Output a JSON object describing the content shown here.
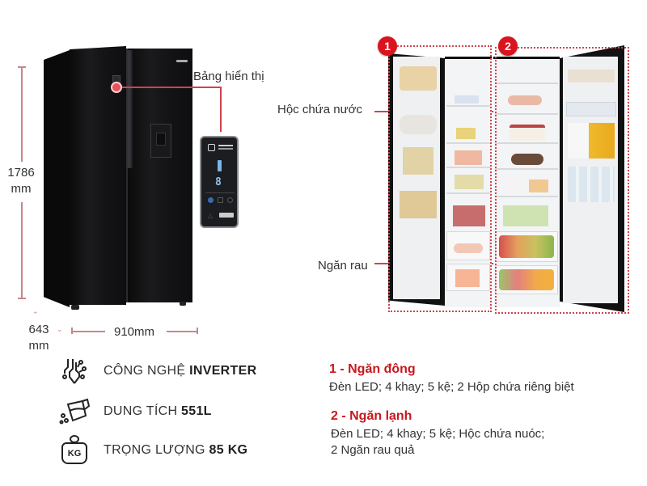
{
  "dimensions": {
    "height_value": "1786",
    "height_unit": "mm",
    "depth_value": "643",
    "depth_unit": "mm",
    "width_label": "910mm"
  },
  "callouts": {
    "display_panel": "Bảng hiển thị",
    "water_compartment": "Hộc chứa nước",
    "vegetable_drawer": "Ngăn rau"
  },
  "badges": {
    "freezer": "1",
    "fridge": "2"
  },
  "specs": [
    {
      "icon": "circuit-icon",
      "label": "CÔNG NGHỆ ",
      "value": "INVERTER"
    },
    {
      "icon": "pitcher-icon",
      "label": "DUNG TÍCH ",
      "value": "551L"
    },
    {
      "icon": "weight-icon",
      "label": "TRỌNG LƯỢNG ",
      "value": "85 KG",
      "icon_text": "KG"
    }
  ],
  "sections": [
    {
      "title": "1 - Ngăn đông",
      "lines": [
        "Đèn LED; 4 khay; 5 kệ; 2 Hộp chứa riêng biệt"
      ]
    },
    {
      "title": "2 - Ngăn lạnh",
      "lines": [
        "Đèn LED; 4 khay; 5 kệ; Hộc chứa nuóc;",
        "2 Ngăn rau quả"
      ]
    }
  ],
  "colors": {
    "accent_red": "#c8171f",
    "callout_line": "#d0434c",
    "fridge_black": "#111113"
  }
}
